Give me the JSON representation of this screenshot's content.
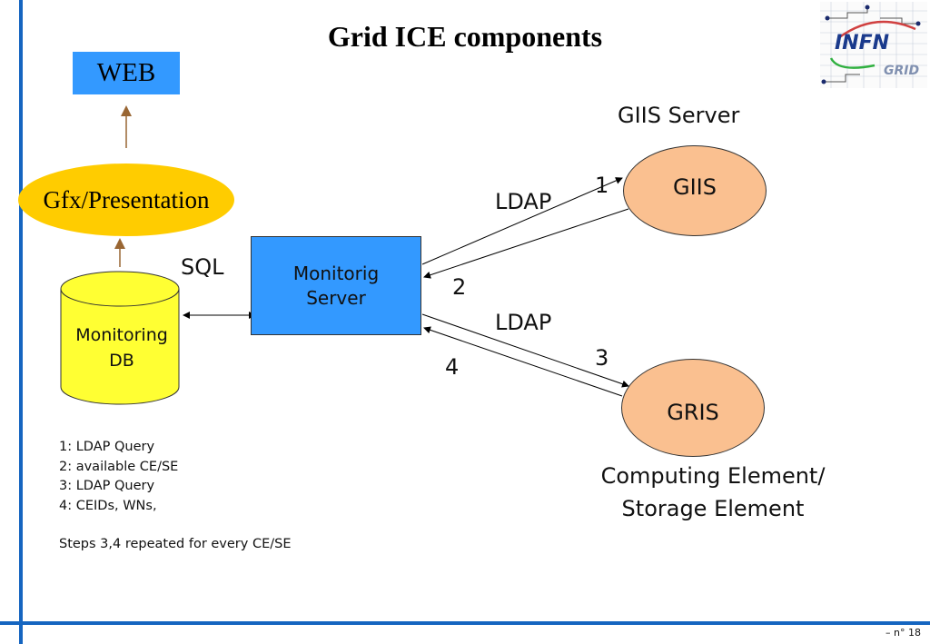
{
  "slide": {
    "title": "Grid ICE components",
    "page_number": "–  n° 18"
  },
  "logo": {
    "line1": "INFN",
    "line2": "GRID"
  },
  "nodes": {
    "web": "WEB",
    "presentation": "Gfx/Presentation",
    "monitoring_db": [
      "Monitoring",
      "DB"
    ],
    "monitoring_server": [
      "Monitorig",
      "Server"
    ],
    "giis": "GIIS",
    "gris": "GRIS"
  },
  "labels": {
    "giis_server": "GIIS Server",
    "computing_element": [
      "Computing Element/",
      "Storage Element"
    ],
    "sql": "SQL",
    "ldap_top": "LDAP",
    "ldap_bottom": "LDAP",
    "step1": "1",
    "step2": "2",
    "step3": "3",
    "step4": "4"
  },
  "notes": {
    "lines": [
      "1: LDAP Query",
      "2: available CE/SE",
      "3: LDAP Query",
      "4: CEIDs, WNs,"
    ],
    "footer": "Steps 3,4 repeated for every CE/SE"
  },
  "colors": {
    "accent_blue": "#1565c0",
    "box_blue": "#3399ff",
    "ellipse_yellow": "#ffcc00",
    "db_yellow": "#ffff33",
    "node_orange": "#fac090",
    "arrow_brown": "#996633"
  }
}
